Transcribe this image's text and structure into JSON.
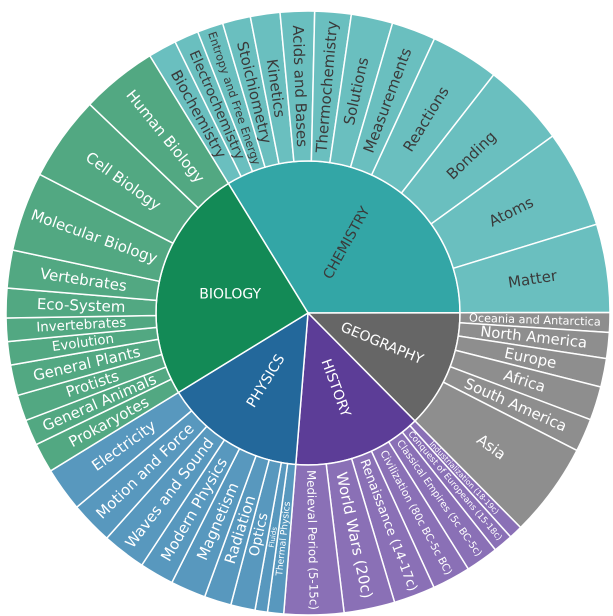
{
  "chart_data": {
    "type": "sunburst",
    "title": "",
    "root_start_angle_deg": 328.4,
    "direction": "clockwise",
    "parents": [
      {
        "name": "CHEMISTRY",
        "color": "#33a6a6",
        "child_color": "#6abfbf",
        "label_color": "#3a3a3a",
        "children": [
          {
            "name": "Biochemistry",
            "value": 5.5
          },
          {
            "name": "Electrochemistry",
            "value": 4.7
          },
          {
            "name": "Entropy and Free Energy",
            "value": 5.0
          },
          {
            "name": "Stoichiometry",
            "value": 5.4
          },
          {
            "name": "Kinetics",
            "value": 5.7
          },
          {
            "name": "Acids and Bases",
            "value": 6.6
          },
          {
            "name": "Thermochemistry",
            "value": 7.0
          },
          {
            "name": "Solutions",
            "value": 8.0
          },
          {
            "name": "Measurements",
            "value": 8.5
          },
          {
            "name": "Reactions",
            "value": 13.2
          },
          {
            "name": "Bonding",
            "value": 16.2
          },
          {
            "name": "Atoms",
            "value": 18.8
          },
          {
            "name": "Matter",
            "value": 17.0
          }
        ]
      },
      {
        "name": "GEOGRAPHY",
        "color": "#666666",
        "child_color": "#8e8e8e",
        "label_color": "#ffffff",
        "children": [
          {
            "name": "Oceania and Antarctica",
            "value": 3.8
          },
          {
            "name": "North America",
            "value": 5.0
          },
          {
            "name": "Europe",
            "value": 5.5
          },
          {
            "name": "Africa",
            "value": 6.5
          },
          {
            "name": "South America",
            "value": 6.4
          },
          {
            "name": "Asia",
            "value": 18.2
          }
        ]
      },
      {
        "name": "HISTORY",
        "color": "#5c3d97",
        "child_color": "#8a70b6",
        "label_color": "#ffffff",
        "children": [
          {
            "name": "Industrialization (18-19c)",
            "value": 2.6
          },
          {
            "name": "Conquest of Europeans (15-18c)",
            "value": 3.8
          },
          {
            "name": "Classical Empires (5c BC-5c)",
            "value": 6.3
          },
          {
            "name": "Civilization (80c BC-5c BC)",
            "value": 7.4
          },
          {
            "name": "Renaissance (14-17c)",
            "value": 8.0
          },
          {
            "name": "World Wars (20c)",
            "value": 9.8
          },
          {
            "name": "Medieval Period (5-15c)",
            "value": 11.5
          }
        ]
      },
      {
        "name": "PHYSICS",
        "color": "#23689b",
        "child_color": "#5898be",
        "label_color": "#ffffff",
        "children": [
          {
            "name": "Thermal Physics",
            "value": 3.1
          },
          {
            "name": "Fluids",
            "value": 2.4
          },
          {
            "name": "Optics",
            "value": 4.7
          },
          {
            "name": "Radiation",
            "value": 5.2
          },
          {
            "name": "Magnetism",
            "value": 6.8
          },
          {
            "name": "Modern Physics",
            "value": 6.6
          },
          {
            "name": "Waves and Sound",
            "value": 8.4
          },
          {
            "name": "Motion and Force",
            "value": 8.2
          },
          {
            "name": "Electricity",
            "value": 8.5
          }
        ]
      },
      {
        "name": "BIOLOGY",
        "color": "#138a56",
        "child_color": "#52a882",
        "label_color": "#ffffff",
        "children": [
          {
            "name": "Prokaryotes",
            "value": 5.7
          },
          {
            "name": "General Animals",
            "value": 5.0
          },
          {
            "name": "Protists",
            "value": 5.0
          },
          {
            "name": "General Plants",
            "value": 5.9
          },
          {
            "name": "Evolution",
            "value": 4.5
          },
          {
            "name": "Invertebrates",
            "value": 4.5
          },
          {
            "name": "Eco-System",
            "value": 5.7
          },
          {
            "name": "Vertebrates",
            "value": 7.3
          },
          {
            "name": "Molecular Biology",
            "value": 15.3
          },
          {
            "name": "Cell Biology",
            "value": 16.4
          },
          {
            "name": "Human Biology",
            "value": 14.7
          }
        ]
      }
    ]
  }
}
